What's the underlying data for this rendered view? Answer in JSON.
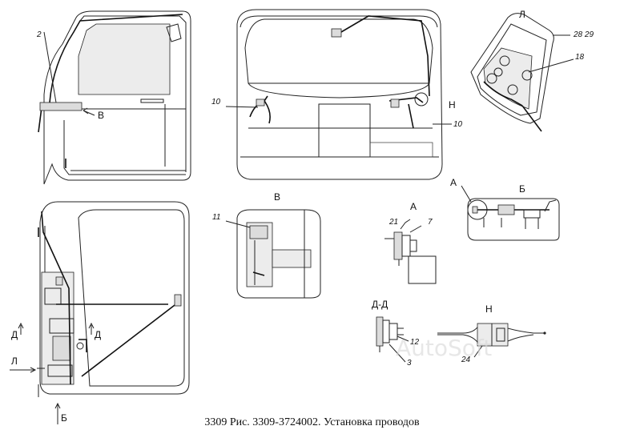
{
  "caption": "3309 Рис. 3309-3724002. Установка проводов",
  "watermark": "AutoSoft",
  "view_labels": {
    "L": "Л",
    "B_view": "В",
    "A": "А",
    "B_sec": "Б",
    "D_D": "Д-Д",
    "N": "Н"
  },
  "arrow_labels": {
    "B_arrow": "В",
    "N_arrow": "Н",
    "D_left": "Д",
    "D_right": "Д",
    "L_arrow": "Л",
    "B_bottom": "Б",
    "A_arrow": "А"
  },
  "callouts": {
    "c2": "2",
    "c10a": "10",
    "c10b": "10",
    "c28_29": "28 29",
    "c18": "18",
    "c11": "11",
    "c21": "21",
    "c7": "7",
    "c12": "12",
    "c3": "3",
    "c24": "24"
  }
}
